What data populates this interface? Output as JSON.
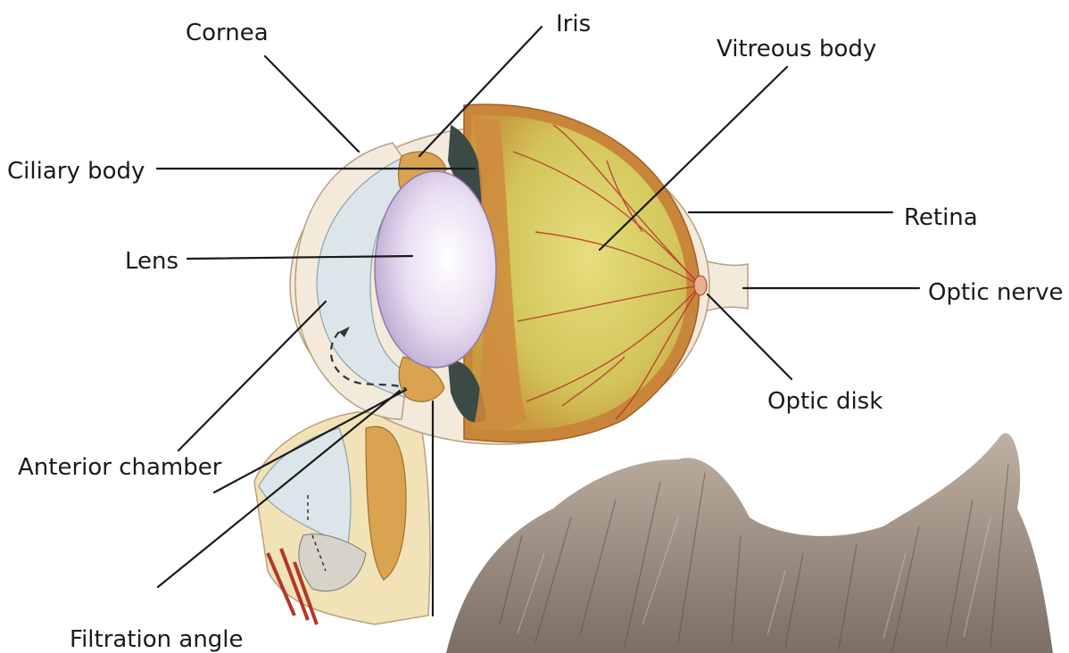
{
  "labels": {
    "cornea": "Cornea",
    "iris": "Iris",
    "vitreous_body": "Vitreous body",
    "ciliary_body": "Ciliary body",
    "retina": "Retina",
    "lens": "Lens",
    "optic_nerve": "Optic nerve",
    "optic_disk": "Optic disk",
    "anterior_chamber": "Anterior chamber",
    "filtration_angle": "Filtration angle"
  },
  "colors": {
    "vitreous": "#d9cf63",
    "choroid": "#c9863a",
    "sclera": "#f3eadc",
    "lens": "#d9cbe8",
    "aqueous": "#dce6ea",
    "iris_pigment": "#3b4a45",
    "vessel": "#b3362a",
    "fur": "#8a7768",
    "line": "#1a1a1a"
  }
}
